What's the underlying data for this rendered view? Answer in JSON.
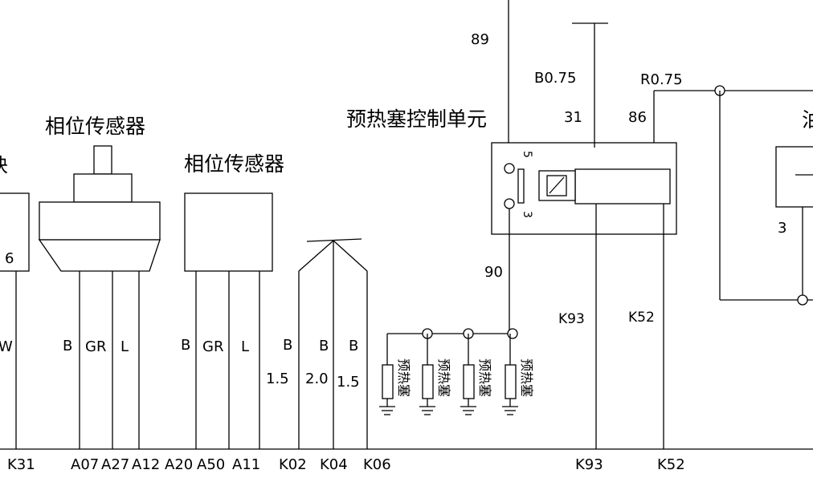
{
  "components": {
    "sensor_a_label": "相位传感器",
    "sensor_b_label": "相位传感器",
    "glow_ctrl_label": "预热塞控制单元",
    "edge_left_label": "块",
    "edge_right_label": "油",
    "plug_label": "预热塞"
  },
  "wires": {
    "w_89": "89",
    "w_90": "90",
    "b075": "B0.75",
    "r075": "R0.75",
    "pin31": "31",
    "pin86": "86",
    "pin5": "5",
    "pin3": "3",
    "right3": "3",
    "k93_mid": "K93",
    "k52_mid": "K52",
    "left_pin6": "6",
    "left_w": "W",
    "a_b": "B",
    "a_gr": "GR",
    "a_l": "L",
    "b_b": "B",
    "b_gr": "GR",
    "b_l": "L",
    "k_b1": "B",
    "k_b2": "B",
    "k_b3": "B",
    "k_s1": "1.5",
    "k_s2": "2.0",
    "k_s3": "1.5"
  },
  "bottom": [
    "K31",
    "A07",
    "A27",
    "A12",
    "A20",
    "A50",
    "A11",
    "K02",
    "K04",
    "K06",
    "K93",
    "K52"
  ]
}
